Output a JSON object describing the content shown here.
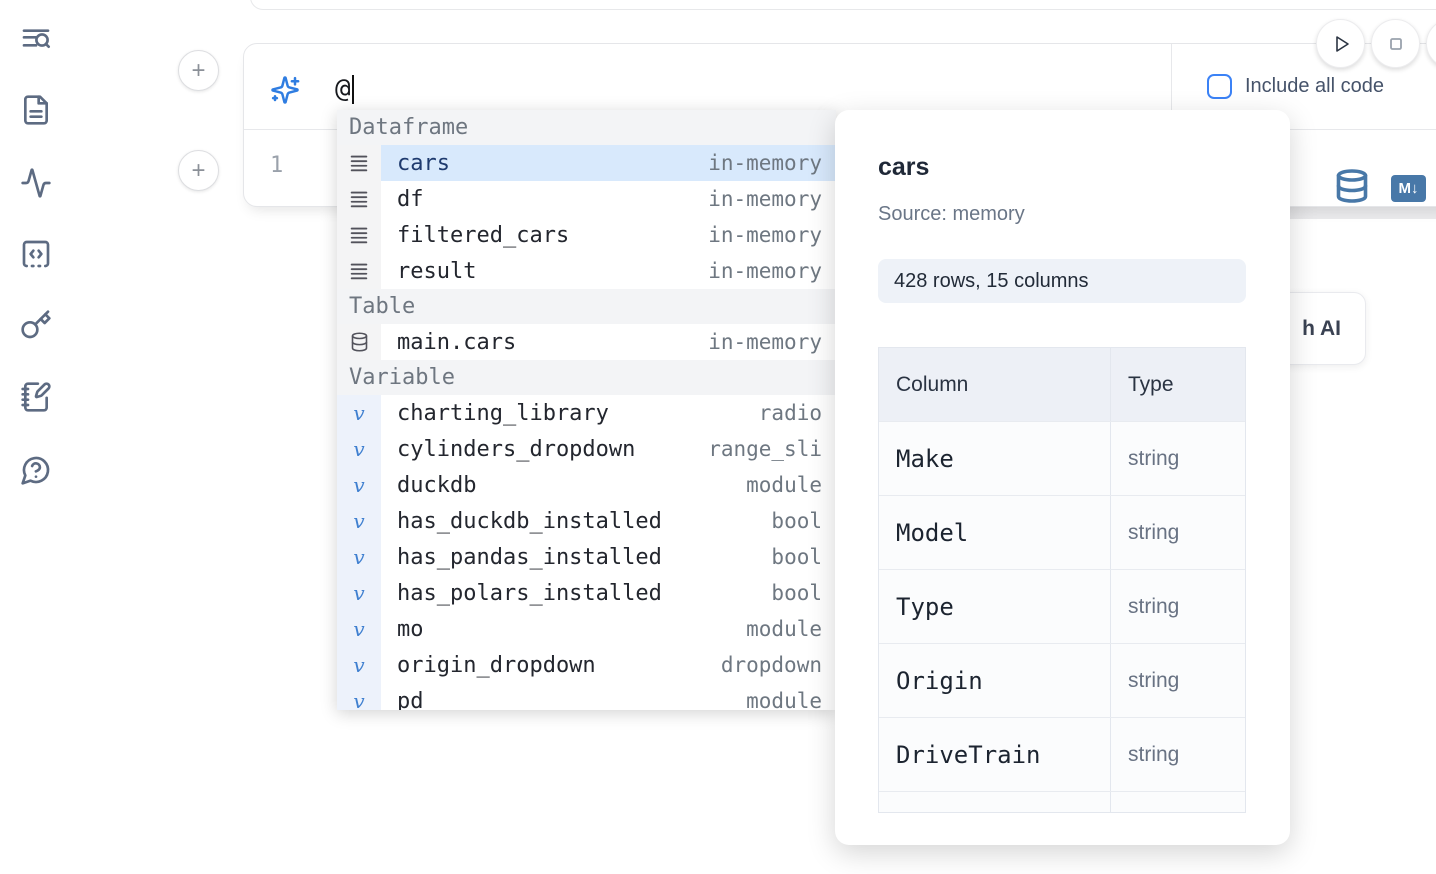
{
  "colors": {
    "accent_blue": "#3b82f6",
    "steel_blue": "#4878a8",
    "selection_blue": "#d8e9fc",
    "sidebar_icon": "#5d6b82"
  },
  "sidebar": {
    "icons": [
      "list-search",
      "file-text",
      "activity",
      "code-square",
      "key",
      "notebook-pen",
      "help-chat"
    ]
  },
  "toolbar": {
    "play_icon": "play-icon",
    "stop_icon": "stop-icon"
  },
  "prompt_cell": {
    "input_value": "@",
    "include_all_code_label": "Include all code",
    "line_number": "1",
    "markdown_badge": "M↓"
  },
  "ai_button": {
    "visible_label": "h AI"
  },
  "autocomplete": {
    "groups": [
      {
        "label": "Dataframe",
        "items": [
          {
            "name": "cars",
            "type": "in-memory",
            "selected": true
          },
          {
            "name": "df",
            "type": "in-memory",
            "selected": false
          },
          {
            "name": "filtered_cars",
            "type": "in-memory",
            "selected": false
          },
          {
            "name": "result",
            "type": "in-memory",
            "selected": false
          }
        ]
      },
      {
        "label": "Table",
        "items": [
          {
            "name": "main.cars",
            "type": "in-memory",
            "selected": false
          }
        ]
      },
      {
        "label": "Variable",
        "items": [
          {
            "name": "charting_library",
            "type": "radio",
            "selected": false
          },
          {
            "name": "cylinders_dropdown",
            "type": "range_sli",
            "selected": false
          },
          {
            "name": "duckdb",
            "type": "module",
            "selected": false
          },
          {
            "name": "has_duckdb_installed",
            "type": "bool",
            "selected": false
          },
          {
            "name": "has_pandas_installed",
            "type": "bool",
            "selected": false
          },
          {
            "name": "has_polars_installed",
            "type": "bool",
            "selected": false
          },
          {
            "name": "mo",
            "type": "module",
            "selected": false
          },
          {
            "name": "origin_dropdown",
            "type": "dropdown",
            "selected": false
          },
          {
            "name": "pd",
            "type": "module",
            "selected": false
          }
        ]
      }
    ]
  },
  "preview_panel": {
    "title": "cars",
    "source": "Source: memory",
    "shape": "428 rows, 15 columns",
    "table": {
      "headers": [
        "Column",
        "Type"
      ],
      "rows": [
        [
          "Make",
          "string"
        ],
        [
          "Model",
          "string"
        ],
        [
          "Type",
          "string"
        ],
        [
          "Origin",
          "string"
        ],
        [
          "DriveTrain",
          "string"
        ]
      ]
    }
  }
}
